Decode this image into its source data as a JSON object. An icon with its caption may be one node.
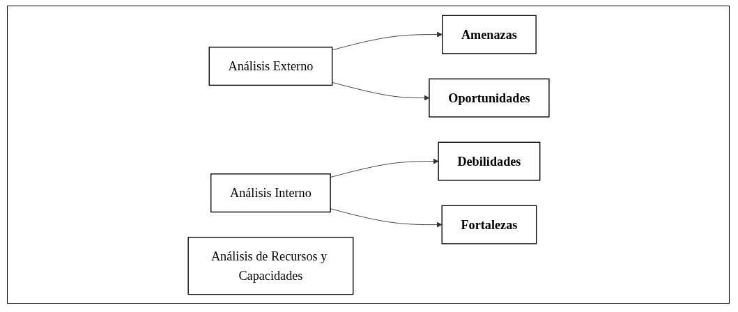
{
  "diagram": {
    "nodes": [
      {
        "text": [
          "Análisis Externo"
        ]
      },
      {
        "text": [
          "Amenazas"
        ]
      },
      {
        "text": [
          "Oportunidades"
        ]
      },
      {
        "text": [
          "Análisis Interno"
        ]
      },
      {
        "text": [
          "Debilidades"
        ]
      },
      {
        "text": [
          "Fortalezas"
        ]
      },
      {
        "text": [
          "Análisis de Recursos y Capacidades"
        ]
      }
    ],
    "edges": [
      {
        "from": 0,
        "to": 1,
        "arrow": "to"
      },
      {
        "from": 0,
        "to": 2,
        "arrow": "to"
      },
      {
        "from": 3,
        "to": 4,
        "arrow": "to"
      },
      {
        "from": 3,
        "to": 5,
        "arrow": "to"
      }
    ]
  }
}
